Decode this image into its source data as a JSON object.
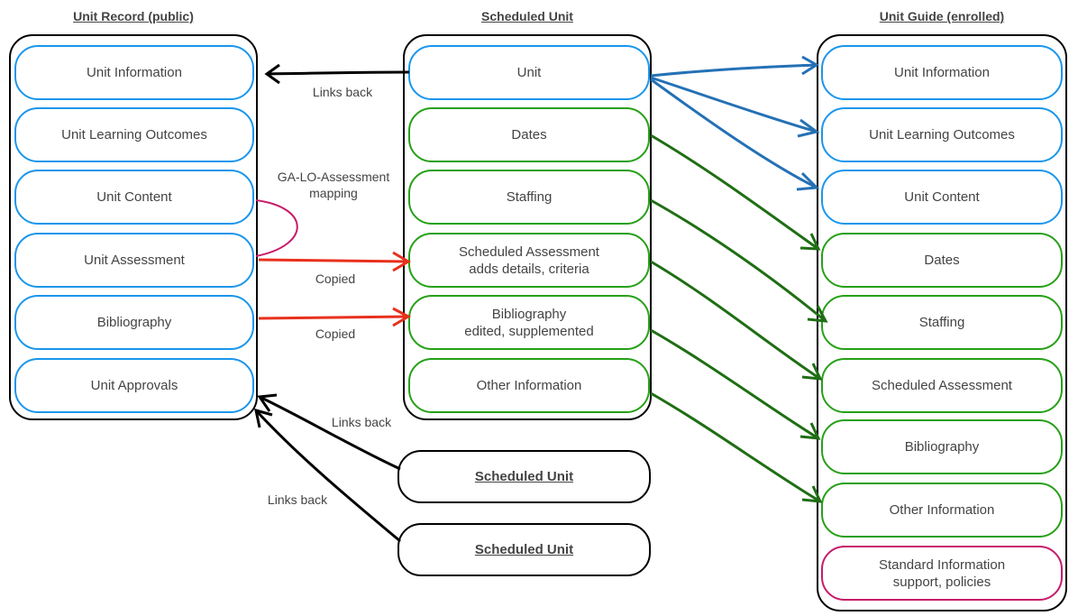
{
  "columns": {
    "unit_record": {
      "title": "Unit Record (public)",
      "items": [
        "Unit Information",
        "Unit Learning Outcomes",
        "Unit Content",
        "Unit Assessment",
        "Bibliography",
        "Unit Approvals"
      ]
    },
    "scheduled_unit": {
      "title": "Scheduled Unit",
      "items": [
        {
          "line1": "Unit",
          "line2": ""
        },
        {
          "line1": "Dates",
          "line2": ""
        },
        {
          "line1": "Staffing",
          "line2": ""
        },
        {
          "line1": "Scheduled Assessment",
          "line2": "adds details, criteria"
        },
        {
          "line1": "Bibliography",
          "line2": "edited, supplemented"
        },
        {
          "line1": "Other Information",
          "line2": ""
        }
      ],
      "extra_units": [
        "Scheduled Unit",
        "Scheduled Unit"
      ]
    },
    "unit_guide": {
      "title": "Unit Guide (enrolled)",
      "items": [
        "Unit Information",
        "Unit Learning Outcomes",
        "Unit Content",
        "Dates",
        "Staffing",
        "Scheduled Assessment",
        "Bibliography",
        "Other Information"
      ],
      "standard": {
        "line1": "Standard Information",
        "line2": "support, policies"
      }
    }
  },
  "labels": {
    "links_back_top": "Links back",
    "mapping_line1": "GA-LO-Assessment",
    "mapping_line2": "mapping",
    "copied_1": "Copied",
    "copied_2": "Copied",
    "links_back_mid": "Links back",
    "links_back_bottom": "Links back"
  },
  "colors": {
    "blue": "#1a96ec",
    "green": "#26a017",
    "dark_green": "#1f6e14",
    "black": "#000000",
    "pink": "#c71a6a",
    "red": "#e8301c",
    "arrow_blue": "#2471b5"
  }
}
